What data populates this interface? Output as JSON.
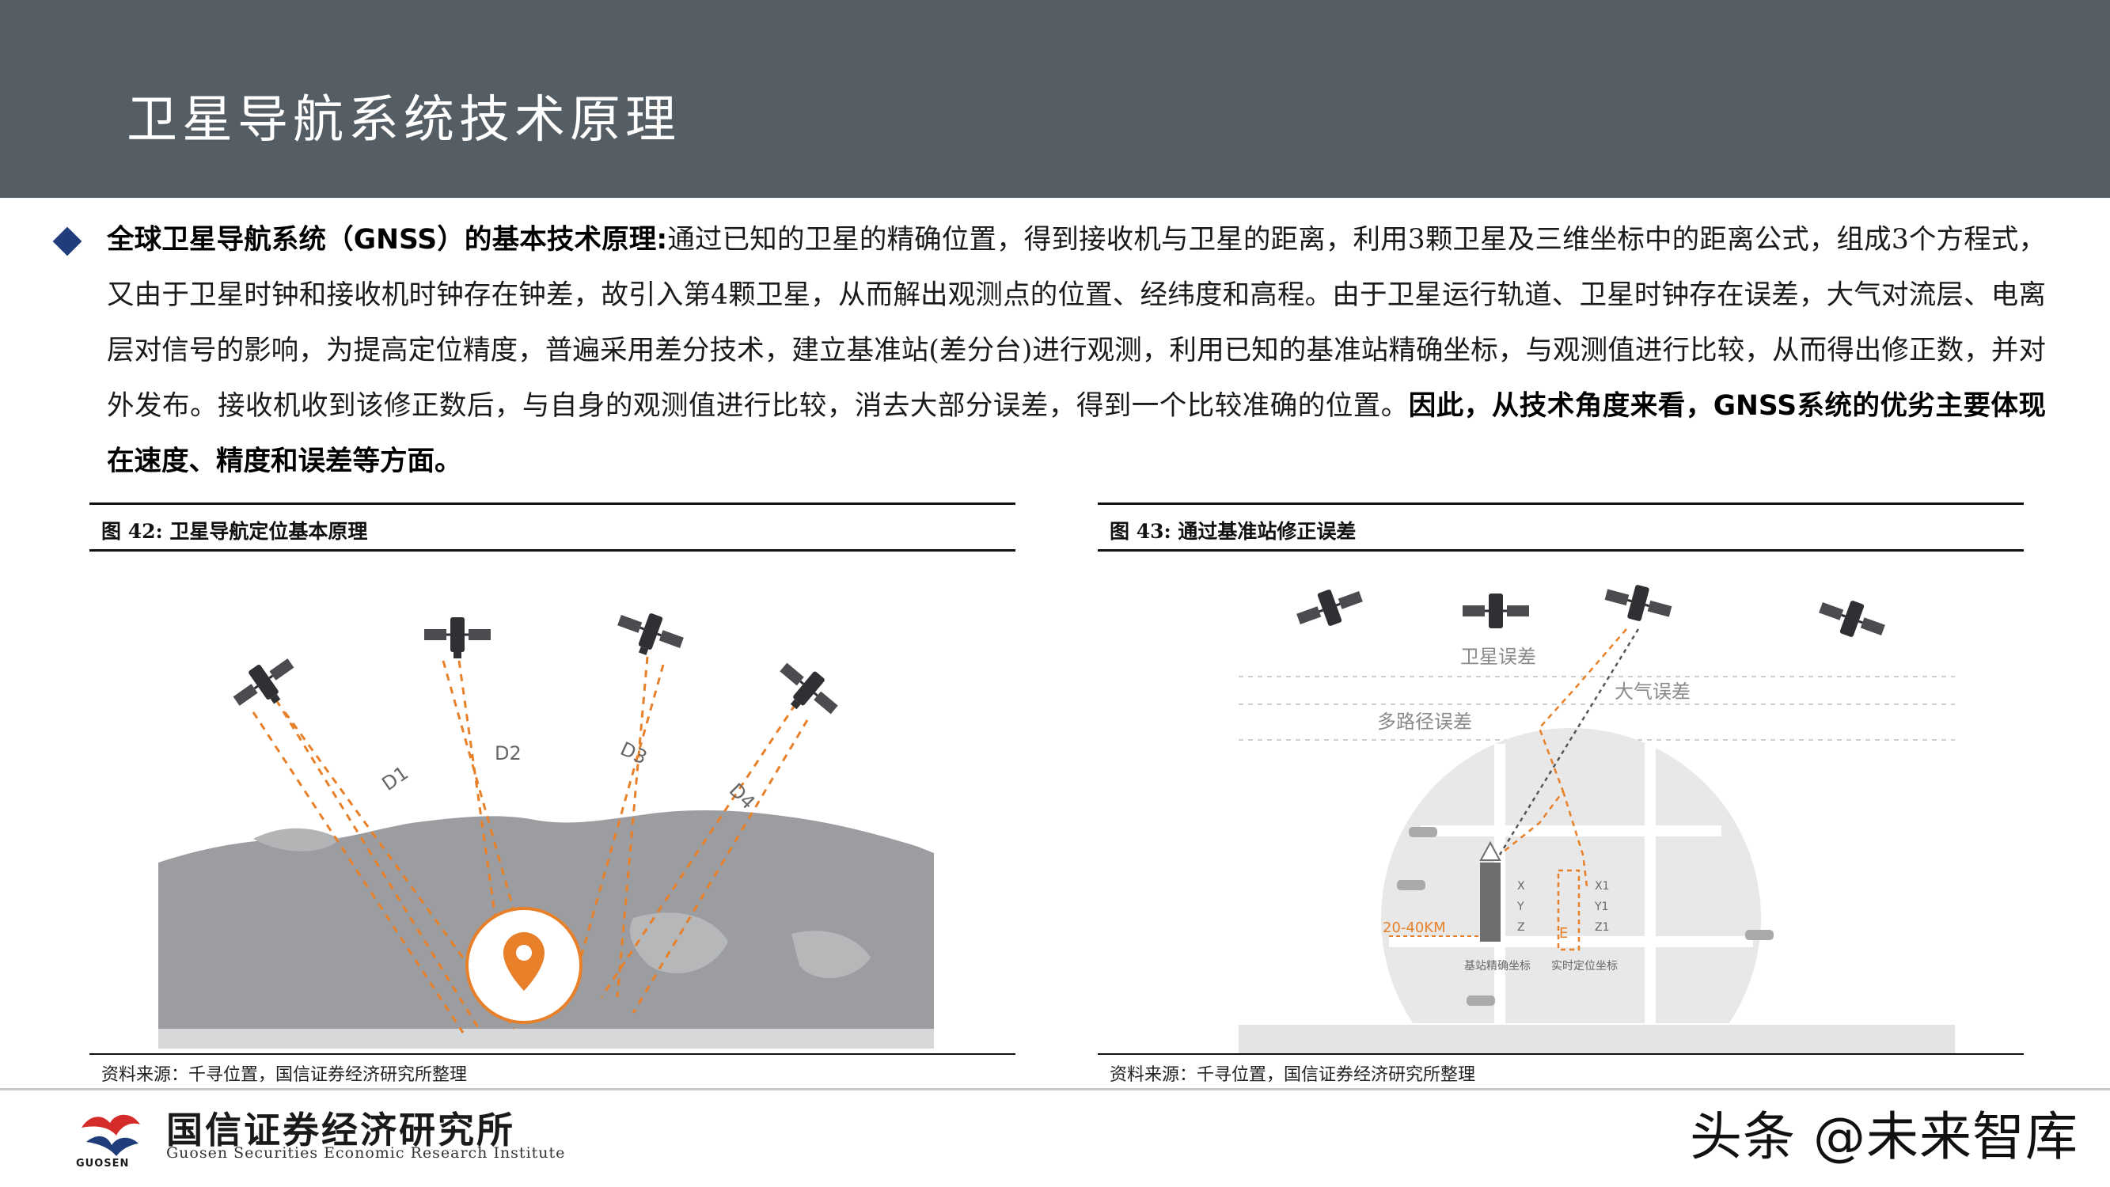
{
  "header": {
    "title": "卫星导航系统技术原理"
  },
  "intro": {
    "lead_bold": "全球卫星导航系统（GNSS）的基本技术原理:",
    "body": "通过已知的卫星的精确位置，得到接收机与卫星的距离，利用3颗卫星及三维坐标中的距离公式，组成3个方程式，又由于卫星时钟和接收机时钟存在钟差，故引入第4颗卫星，从而解出观测点的位置、经纬度和高程。由于卫星运行轨道、卫星时钟存在误差，大气对流层、电离层对信号的影响，为提高定位精度，普遍采用差分技术，建立基准站(差分台)进行观测，利用已知的基准站精确坐标，与观测值进行比较，从而得出修正数，并对外发布。接收机收到该修正数后，与自身的观测值进行比较，消去大部分误差，得到一个比较准确的位置。",
    "conclusion_bold": "因此，从技术角度来看，GNSS系统的优劣主要体现在速度、精度和误差等方面。"
  },
  "figure42": {
    "title": "图 42:  卫星导航定位基本原理",
    "source": "资料来源：千寻位置，国信证券经济研究所整理",
    "labels": {
      "d1": "D1",
      "d2": "D2",
      "d3": "D3",
      "d4": "D4"
    },
    "colors": {
      "accent": "#e8802a"
    }
  },
  "figure43": {
    "title": "图 43:  通过基准站修正误差",
    "source": "资料来源：千寻位置，国信证券经济研究所整理",
    "labels": {
      "satellite_error": "卫星误差",
      "atmosphere_error": "大气误差",
      "multipath_error": "多路径误差",
      "distance": "20-40KM",
      "base_coord": "基站精确坐标",
      "realtime_coord": "实时定位坐标",
      "x": "X",
      "y": "Y",
      "z": "Z",
      "x1": "X1",
      "y1": "Y1",
      "z1": "Z1",
      "e": "E"
    }
  },
  "footer": {
    "logo_cn": "国信证券经济研究所",
    "logo_en": "Guosen Securities Economic Research Institute",
    "logo_abbr": "GUOSEN",
    "watermark": "头条 @未来智库"
  }
}
